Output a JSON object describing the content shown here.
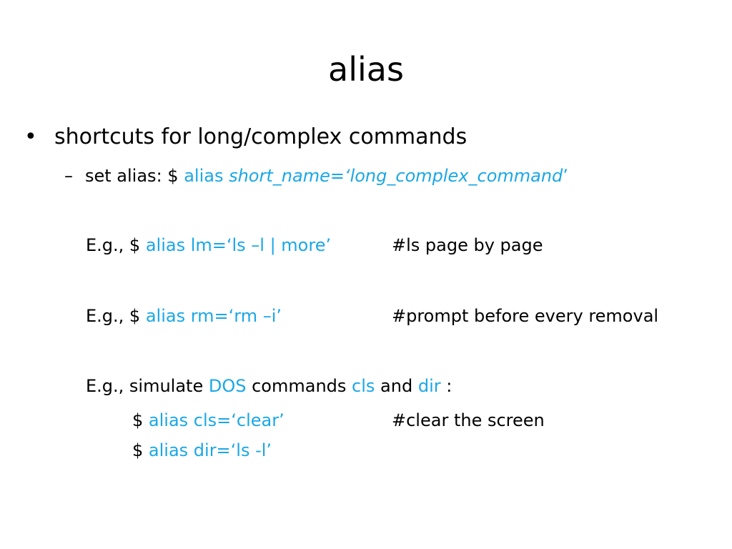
{
  "slide": {
    "title": "alias",
    "bullet": {
      "symbol": "•",
      "text": "shortcuts for long/complex commands"
    },
    "sub": {
      "dash": "–",
      "prefix": "set alias: $ ",
      "cmd": "alias",
      "space": " ",
      "arg": "short_name=‘long_complex_command",
      "closing": "’"
    },
    "examples": [
      {
        "prefix": "E.g., $ ",
        "cmd": "alias lm=‘ls –l | more’",
        "comment": "#ls page by page"
      },
      {
        "prefix": "E.g., $ ",
        "cmd": "alias rm=‘rm –i’",
        "comment": "#prompt before every removal"
      }
    ],
    "dos": {
      "t1": "E.g., simulate ",
      "k1": "DOS",
      "t2": " commands ",
      "k2": "cls",
      "t3": " and ",
      "k3": "dir",
      "t4": " :"
    },
    "code_lines": [
      {
        "prefix": "$ ",
        "cmd": "alias cls=‘clear’",
        "comment": "#clear the screen"
      },
      {
        "prefix": "$ ",
        "cmd": "alias dir=‘ls -l’",
        "comment": ""
      }
    ],
    "colors": {
      "highlight": "#1aa7e6",
      "text": "#000000",
      "background": "#ffffff"
    }
  }
}
